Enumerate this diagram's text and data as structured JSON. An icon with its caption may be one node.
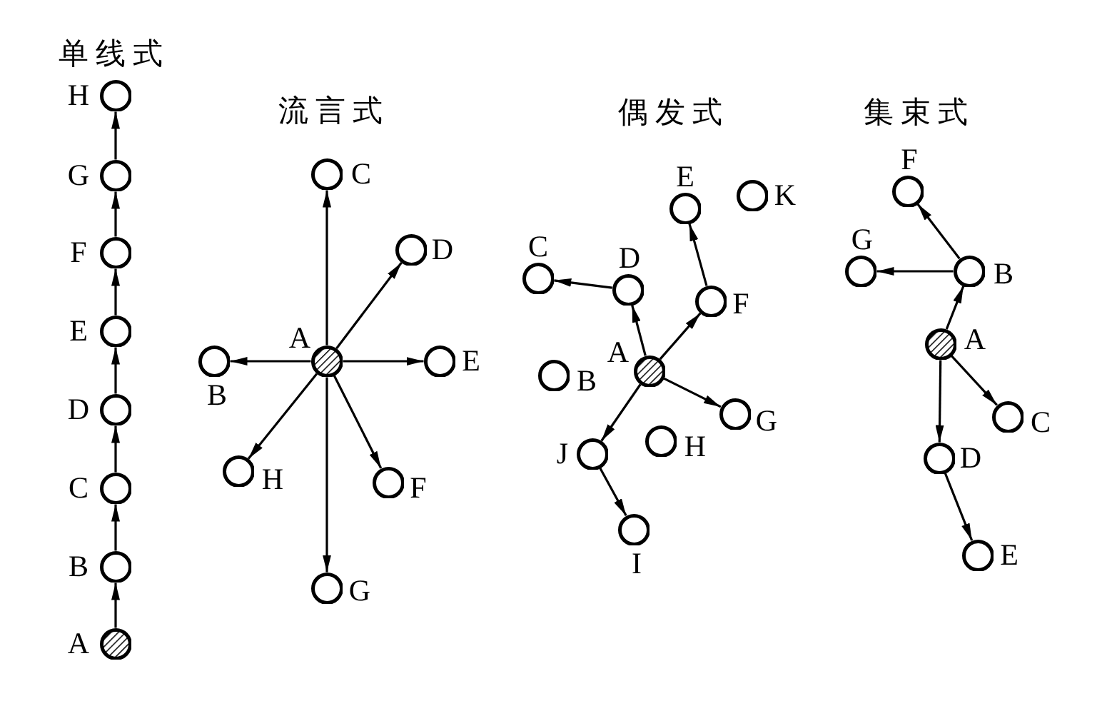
{
  "diagram": {
    "nodes": [
      {
        "text": [],
        "shape": "circle",
        "beside": [
          "A"
        ]
      },
      {
        "text": [],
        "shape": "circle",
        "beside": [
          "B"
        ]
      },
      {
        "text": [],
        "shape": "circle",
        "beside": [
          "C"
        ]
      },
      {
        "text": [],
        "shape": "circle",
        "beside": [
          "D"
        ]
      },
      {
        "text": [],
        "shape": "circle",
        "beside": [
          "E"
        ]
      },
      {
        "text": [],
        "shape": "circle",
        "beside": [
          "F"
        ]
      },
      {
        "text": [],
        "shape": "circle",
        "beside": [
          "G"
        ]
      },
      {
        "text": [],
        "shape": "circle",
        "beside": [
          "H"
        ]
      },
      {
        "text": [],
        "shape": "circle",
        "beside": [
          "A"
        ]
      },
      {
        "text": [],
        "shape": "circle",
        "beside": [
          "B"
        ]
      },
      {
        "text": [],
        "shape": "circle",
        "beside": [
          "C"
        ]
      },
      {
        "text": [],
        "shape": "circle",
        "beside": [
          "D"
        ]
      },
      {
        "text": [],
        "shape": "circle",
        "beside": [
          "E"
        ]
      },
      {
        "text": [],
        "shape": "circle",
        "beside": [
          "F"
        ]
      },
      {
        "text": [],
        "shape": "circle",
        "beside": [
          "G"
        ]
      },
      {
        "text": [],
        "shape": "circle",
        "beside": [
          "H"
        ]
      },
      {
        "text": [],
        "shape": "circle",
        "beside": [
          "A"
        ]
      },
      {
        "text": [],
        "shape": "circle",
        "beside": [
          "B"
        ]
      },
      {
        "text": [],
        "shape": "circle",
        "beside": [
          "C"
        ]
      },
      {
        "text": [],
        "shape": "circle",
        "beside": [
          "D"
        ]
      },
      {
        "text": [],
        "shape": "circle",
        "beside": [
          "E"
        ]
      },
      {
        "text": [],
        "shape": "circle",
        "beside": [
          "F"
        ]
      },
      {
        "text": [],
        "shape": "circle",
        "beside": [
          "G"
        ]
      },
      {
        "text": [],
        "shape": "circle",
        "beside": [
          "H"
        ]
      },
      {
        "text": [],
        "shape": "circle",
        "beside": [
          "I"
        ]
      },
      {
        "text": [],
        "shape": "circle",
        "beside": [
          "J"
        ]
      },
      {
        "text": [],
        "shape": "circle",
        "beside": [
          "K"
        ]
      },
      {
        "text": [],
        "shape": "circle",
        "beside": [
          "A"
        ]
      },
      {
        "text": [],
        "shape": "circle",
        "beside": [
          "B"
        ]
      },
      {
        "text": [],
        "shape": "circle",
        "beside": [
          "C"
        ]
      },
      {
        "text": [],
        "shape": "circle",
        "beside": [
          "D"
        ]
      },
      {
        "text": [],
        "shape": "circle",
        "beside": [
          "E"
        ]
      },
      {
        "text": [],
        "shape": "circle",
        "beside": [
          "F"
        ]
      },
      {
        "text": [],
        "shape": "circle",
        "beside": [
          "G"
        ]
      }
    ],
    "edges": [
      {
        "from": 0,
        "to": 1,
        "arrow": "to"
      },
      {
        "from": 1,
        "to": 2,
        "arrow": "to"
      },
      {
        "from": 2,
        "to": 3,
        "arrow": "to"
      },
      {
        "from": 3,
        "to": 4,
        "arrow": "to"
      },
      {
        "from": 4,
        "to": 5,
        "arrow": "to"
      },
      {
        "from": 5,
        "to": 6,
        "arrow": "to"
      },
      {
        "from": 6,
        "to": 7,
        "arrow": "to"
      },
      {
        "from": 8,
        "to": 9,
        "arrow": "to"
      },
      {
        "from": 8,
        "to": 10,
        "arrow": "to"
      },
      {
        "from": 8,
        "to": 11,
        "arrow": "to"
      },
      {
        "from": 8,
        "to": 12,
        "arrow": "to"
      },
      {
        "from": 8,
        "to": 13,
        "arrow": "to"
      },
      {
        "from": 8,
        "to": 14,
        "arrow": "to"
      },
      {
        "from": 8,
        "to": 15,
        "arrow": "to"
      },
      {
        "from": 16,
        "to": 19,
        "arrow": "to"
      },
      {
        "from": 19,
        "to": 18,
        "arrow": "to"
      },
      {
        "from": 16,
        "to": 21,
        "arrow": "to"
      },
      {
        "from": 21,
        "to": 20,
        "arrow": "to"
      },
      {
        "from": 16,
        "to": 22,
        "arrow": "to"
      },
      {
        "from": 16,
        "to": 25,
        "arrow": "to"
      },
      {
        "from": 25,
        "to": 24,
        "arrow": "to"
      },
      {
        "from": 27,
        "to": 28,
        "arrow": "to"
      },
      {
        "from": 28,
        "to": 32,
        "arrow": "to"
      },
      {
        "from": 28,
        "to": 33,
        "arrow": "to"
      },
      {
        "from": 27,
        "to": 29,
        "arrow": "to"
      },
      {
        "from": 27,
        "to": 30,
        "arrow": "to"
      },
      {
        "from": 30,
        "to": 31,
        "arrow": "to"
      }
    ],
    "labels": [
      "单线式",
      "流言式",
      "偶发式",
      "集束式"
    ]
  }
}
